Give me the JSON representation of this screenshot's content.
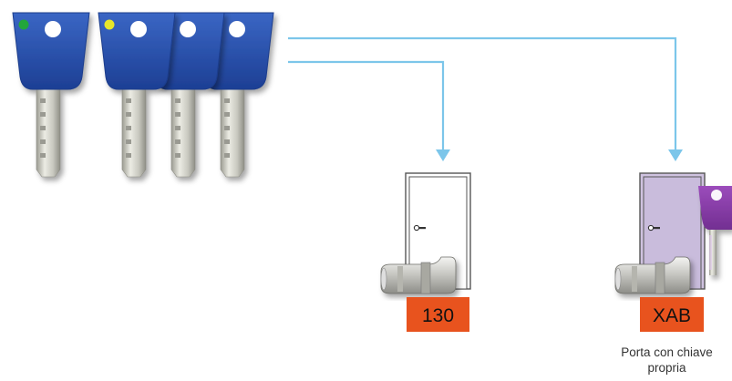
{
  "doors": [
    {
      "badge": "130",
      "fill": "#ffffff",
      "private_key": false,
      "caption": []
    },
    {
      "badge": "XAB",
      "fill": "#cfc2e0",
      "private_key": true,
      "caption": [
        "Porta con chiave",
        "propria"
      ]
    }
  ],
  "keys": [
    {
      "dot": "green"
    },
    {
      "dot": "yellow"
    },
    {
      "dot": "none"
    },
    {
      "dot": "none"
    }
  ],
  "colors": {
    "key_head": "#2b56b3",
    "key_head_dark": "#1c3d8c",
    "key_blade": "#d8d8cf",
    "arrow": "#7cc6ea",
    "badge": "#e8531e",
    "dot_green": "#22a63a",
    "dot_yellow": "#e6e62a",
    "door_line": "#555555",
    "purple_key": "#8a3fa8"
  }
}
